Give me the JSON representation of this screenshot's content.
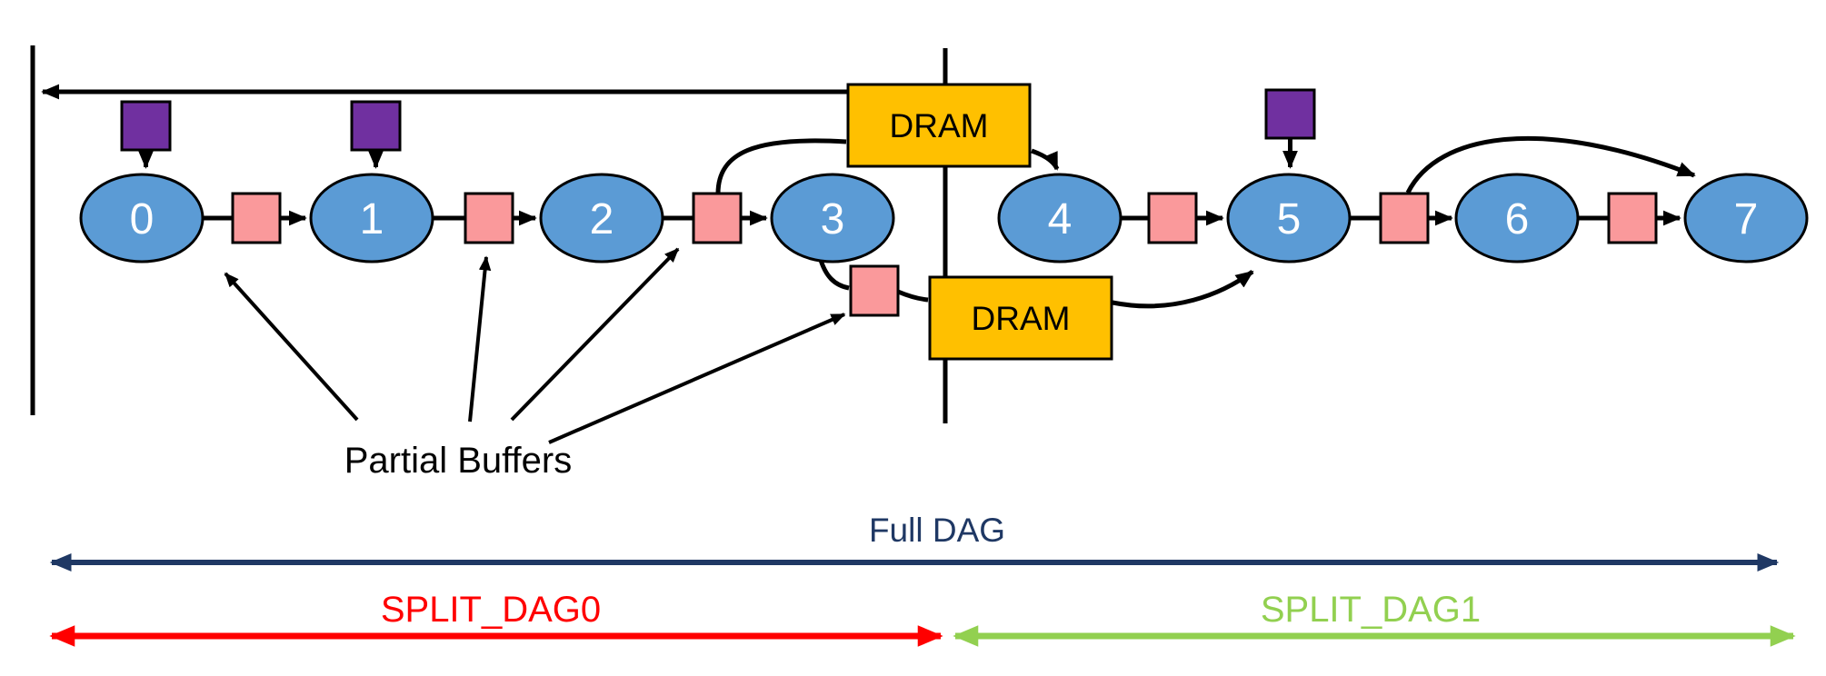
{
  "diagram_title": "Full DAG split into two sub-DAGs with DRAM partial buffers",
  "nodes": [
    "0",
    "1",
    "2",
    "3",
    "4",
    "5",
    "6",
    "7"
  ],
  "dram_boxes": [
    "DRAM",
    "DRAM"
  ],
  "labels": {
    "partial_buffers": "Partial Buffers",
    "full_dag": "Full DAG",
    "split_dag0": "SPLIT_DAG0",
    "split_dag1": "SPLIT_DAG1"
  },
  "counts": {
    "partial_buffer_squares": 7,
    "input_squares": 3,
    "dram_boxes": 2
  },
  "colors": {
    "node_fill": "#5B9BD5",
    "buffer_fill": "#FA999B",
    "input_fill": "#7030A0",
    "dram_fill": "#FFC000",
    "full_dag": "#1F3864",
    "split_dag0": "#FF0000",
    "split_dag1": "#92D050",
    "line": "#000000"
  }
}
